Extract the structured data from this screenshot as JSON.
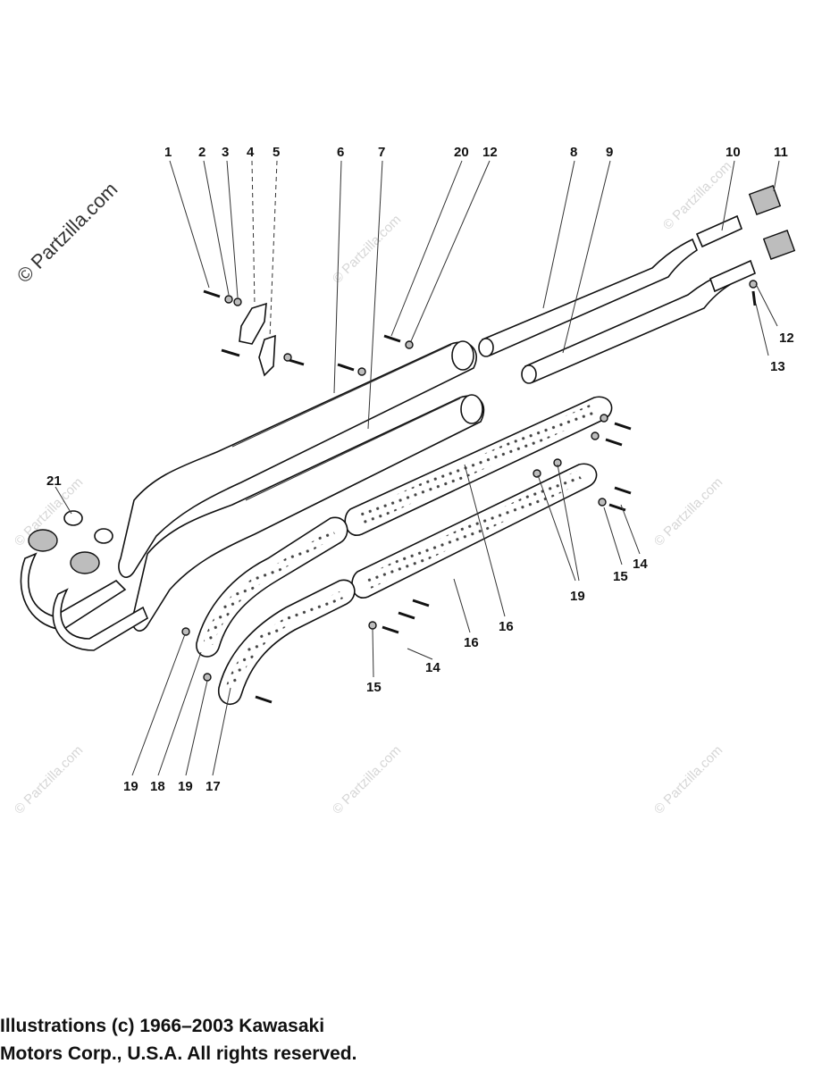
{
  "watermark": {
    "main_text": "© Partzilla.com",
    "tile_text": "© Partzilla.com"
  },
  "callouts": {
    "c1": "1",
    "c2": "2",
    "c3": "3",
    "c4": "4",
    "c5": "5",
    "c6": "6",
    "c7": "7",
    "c20": "20",
    "c12a": "12",
    "c8": "8",
    "c9": "9",
    "c10": "10",
    "c11": "11",
    "c12b": "12",
    "c13": "13",
    "c21": "21",
    "c14a": "14",
    "c15a": "15",
    "c19a": "19",
    "c16a": "16",
    "c16b": "16",
    "c14b": "14",
    "c15b": "15",
    "c19b": "19",
    "c18": "18",
    "c19c": "19",
    "c17": "17"
  },
  "copyright": {
    "line1": "Illustrations (c) 1966–2003 Kawasaki",
    "line2": "Motors Corp., U.S.A.  All rights reserved."
  }
}
